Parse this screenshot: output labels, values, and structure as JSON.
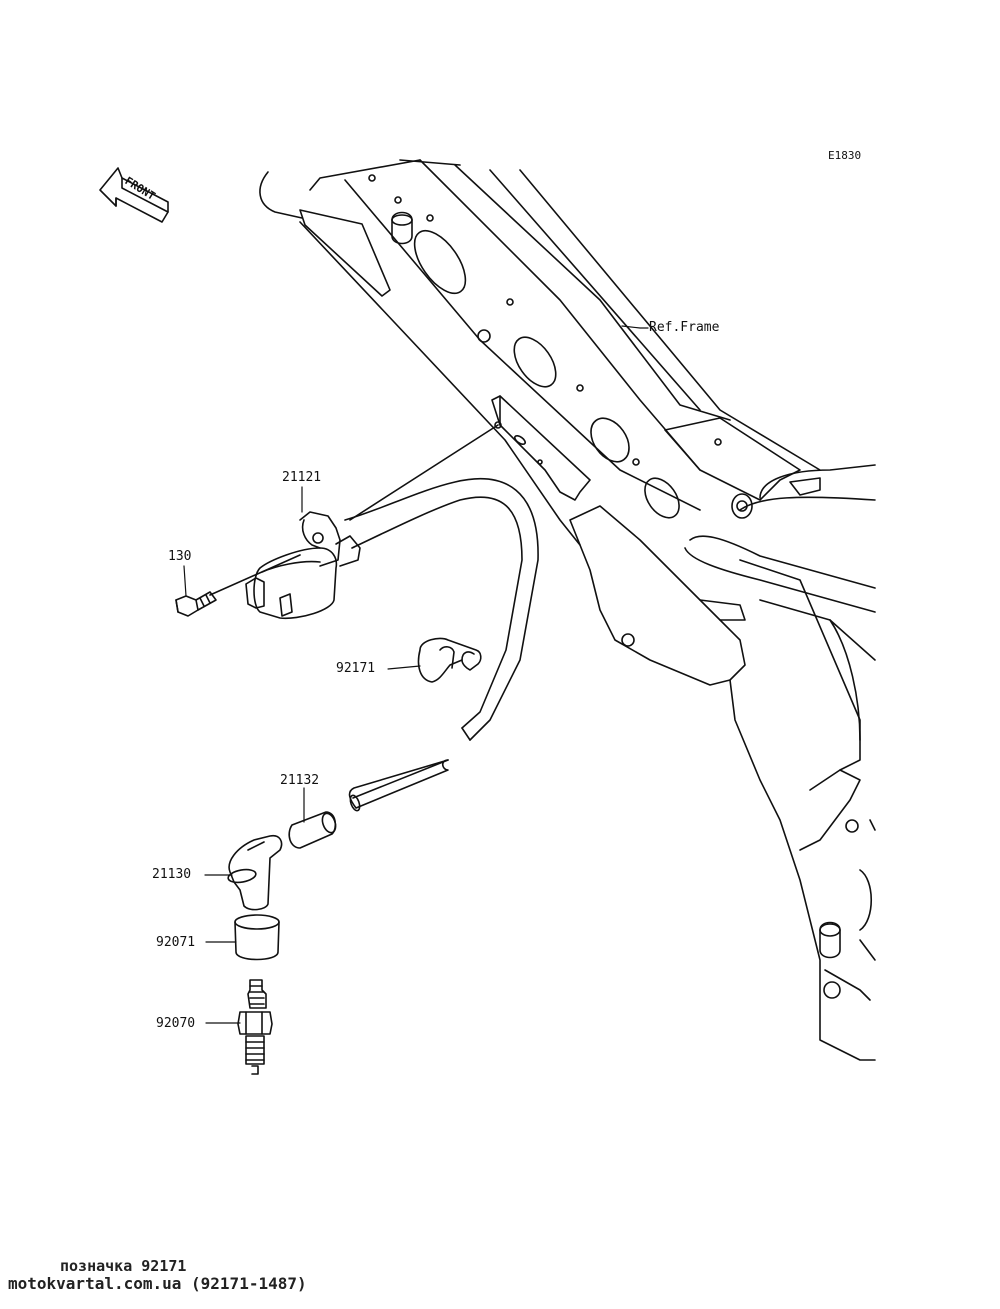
{
  "diagram_code": "E1830",
  "front_label": "FRONT",
  "ref_label": "Ref.Frame",
  "callouts": {
    "ignition_coil": "21121",
    "bolt": "130",
    "clamp": "92171",
    "joint": "21132",
    "plug_cap": "21130",
    "seal": "92071",
    "spark_plug": "92070"
  },
  "footer": {
    "caption": "позначка 92171",
    "source": "motokvartal.com.ua (92171-1487)"
  }
}
